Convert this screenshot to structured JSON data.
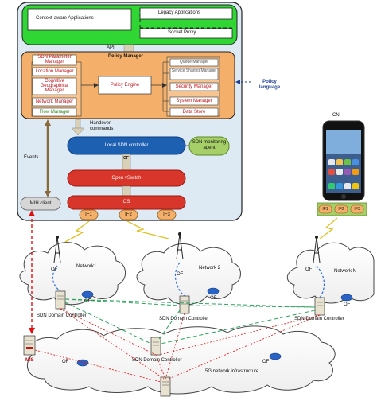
{
  "device": {
    "top": {
      "context_aware": "Context-aware Applications",
      "legacy": "Legacy Applications",
      "socket_proxy": "Socket Proxy"
    },
    "api": "API",
    "policy_manager": {
      "title": "Policy Manager",
      "left_modules": [
        "SDN Parameter Manager",
        "Location Manager",
        "Cognitive Geographical Manager",
        "Network Manager",
        "Flow Manager"
      ],
      "engine": "Policy Engine",
      "right_modules": [
        "Queue Manager",
        "Service Sharing Manager",
        "Security Manager",
        "System Manager",
        "Data Store"
      ]
    },
    "policy_language": "Policy language",
    "handover": "Handover commands",
    "events": "Events",
    "local_sdn": "Local SDN controller",
    "monitoring_agent": "SDN monitoring agent",
    "of": "OF",
    "ovs": "Open vSwitch",
    "os": "OS",
    "mih": "MIH client",
    "interfaces": [
      "IF1",
      "IF2",
      "IF3"
    ]
  },
  "cn": {
    "label": "CN",
    "interfaces": [
      "IF1",
      "IF2",
      "IF3"
    ]
  },
  "networks": [
    {
      "name": "Network1",
      "controller": "SDN Domain Controller"
    },
    {
      "name": "Network 2",
      "controller": "SDN Domain Controller"
    },
    {
      "name": "Network N",
      "controller": "SDN Domain Controller"
    }
  ],
  "core": {
    "mis": "MIS",
    "controller": "SDN Domain Controller",
    "infrastructure": "5G network infrastructure"
  },
  "of_label": "OF",
  "colors": {
    "device_bg": "#dde9f3",
    "top_green": "#2fd634",
    "policy_orange": "#f4b06a",
    "blue_pill": "#1d5fb0",
    "red_pill": "#d8362a",
    "green_pill": "#a6cf68",
    "mih_gray": "#d6d6d6",
    "if_orange": "#f4b06a",
    "dashed_red": "#e01010",
    "dashed_green": "#2aa45a",
    "dashed_blue": "#2b6cd4"
  }
}
